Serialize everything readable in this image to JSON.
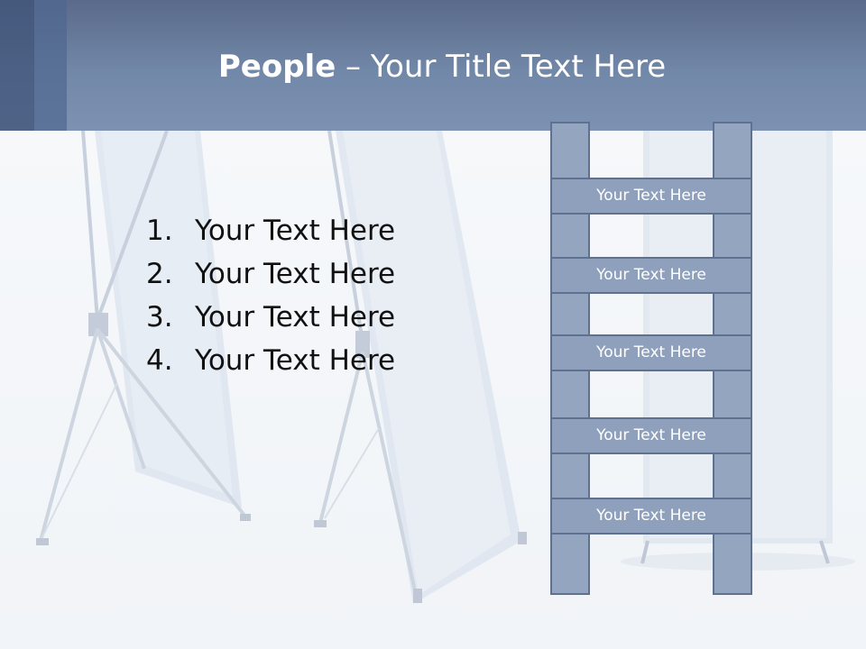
{
  "slide": {
    "title_bold": "People",
    "title_rest": " – Your Title Text Here",
    "list_items": [
      {
        "number": "1.",
        "text": "Your Text Here"
      },
      {
        "number": "2.",
        "text": "Your Text Here"
      },
      {
        "number": "3.",
        "text": "Your Text Here"
      },
      {
        "number": "4.",
        "text": "Your Text Here"
      }
    ],
    "ladder_rungs": [
      "Your Text Here",
      "Your Text Here",
      "Your Text Here",
      "Your Text Here",
      "Your Text Here"
    ]
  },
  "colors": {
    "header": "#7288a8",
    "ladder_fill": "#8ea0bc",
    "ladder_border": "#5f7191"
  }
}
